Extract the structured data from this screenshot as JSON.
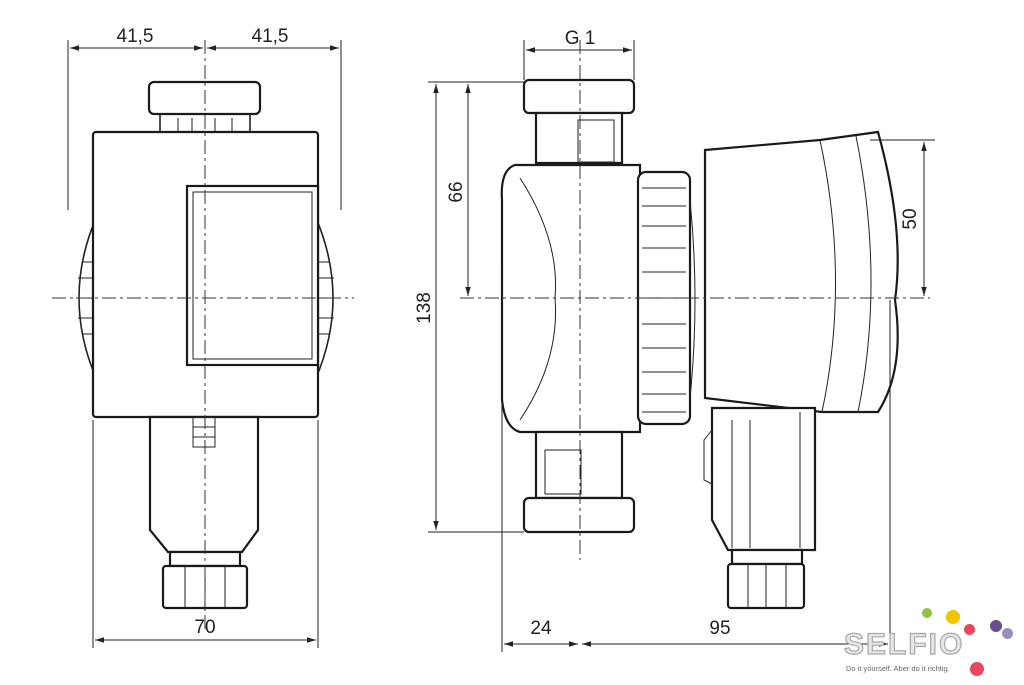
{
  "dimensions": {
    "front_left_half": "41,5",
    "front_right_half": "41,5",
    "front_width": "70",
    "thread": "G 1",
    "total_height": "138",
    "upper_height": "66",
    "motor_height": "50",
    "connection_depth": "24",
    "total_depth": "95"
  },
  "logo": {
    "word": "SELFIO",
    "tagline": "Do it yourself. Aber do it richtig.",
    "dot_colors": [
      "#8cc63f",
      "#f5c400",
      "#e8475f",
      "#6a4c93",
      "#9b8fc0"
    ]
  },
  "colors": {
    "line": "#222222",
    "background": "#ffffff"
  }
}
